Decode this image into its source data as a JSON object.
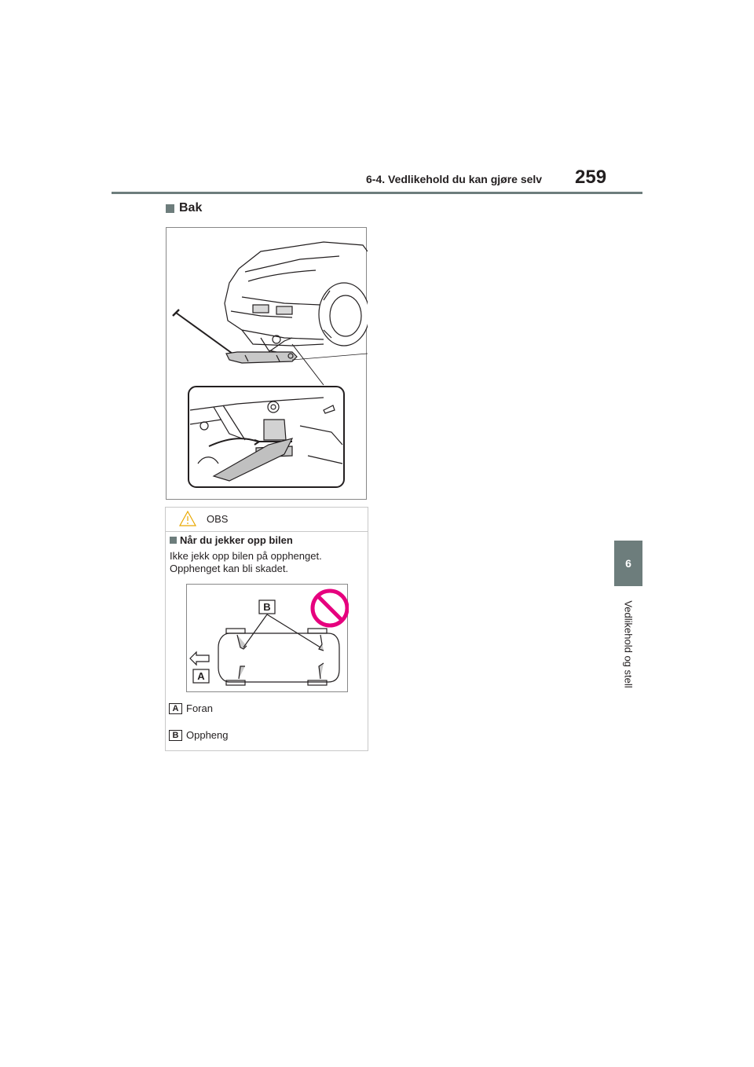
{
  "header": {
    "title": "6-4. Vedlikehold du kan gjøre selv",
    "page_number": "259"
  },
  "chapter_tab": {
    "number": "6",
    "title": "Vedlikehold og stell"
  },
  "section": {
    "heading": "Bak"
  },
  "caution": {
    "label": "OBS",
    "subheading": "Når du jekker opp bilen",
    "text": "Ikke jekk opp bilen på opphenget. Opphenget kan bli skadet.",
    "figure_callouts": [
      "B",
      "A"
    ],
    "legend": [
      {
        "key": "A",
        "text": "Foran"
      },
      {
        "key": "B",
        "text": "Oppheng"
      }
    ]
  },
  "colors": {
    "accent_gray": "#6d7d7c",
    "prohibition": "#e6007e",
    "text": "#231f20"
  }
}
